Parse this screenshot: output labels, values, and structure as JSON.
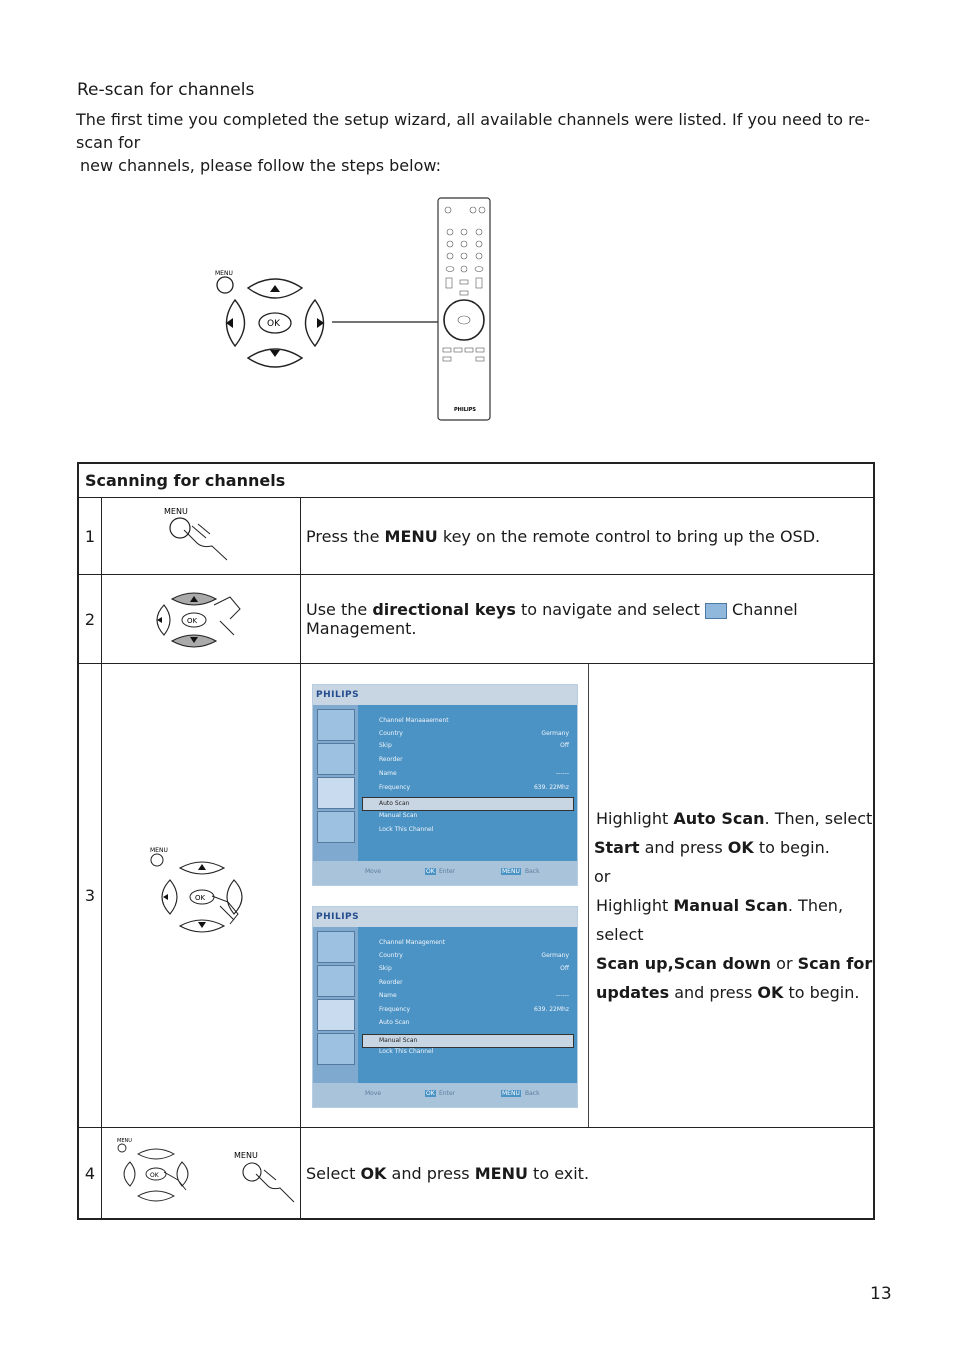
{
  "heading": "Re-scan for channels",
  "intro": {
    "line1": "The first time you completed the setup wizard, all available channels were listed. If you need to re-scan for",
    "line2": "new channels, please follow the steps below:"
  },
  "remote": {
    "menu_label": "MENU",
    "ok_label": "OK",
    "brand": "PHILIPS"
  },
  "table": {
    "title": "Scanning for channels",
    "steps": [
      {
        "num": "1",
        "icon_label": "MENU",
        "pre": "Press the ",
        "bold": "MENU",
        "post": " key on the remote control to bring up the OSD."
      },
      {
        "num": "2",
        "icon_label": "OK",
        "pre": "Use the ",
        "bold": "directional keys",
        "post": " to navigate and select ",
        "post2": " Channel Management."
      },
      {
        "num": "3",
        "icon_menu": "MENU",
        "icon_ok": "OK"
      },
      {
        "num": "4",
        "icon_menu_small": "MENU",
        "icon_ok": "OK",
        "icon_menu": "MENU",
        "pre": "Select ",
        "bold": "OK",
        "mid": " and press ",
        "bold2": "MENU",
        "post": " to exit."
      }
    ]
  },
  "osd": {
    "brand": "PHILIPS",
    "screen1_title": "Channel Manaaaement",
    "screen2_title": "Channel Management",
    "rows": {
      "country": "Country",
      "country_val": "Germany",
      "skip": "Skip",
      "skip_val": "Off",
      "reorder": "Reorder",
      "name": "Name",
      "name_val": "------",
      "frequency": "Frequency",
      "frequency_val": "639. 22Mhz",
      "auto_scan": "Auto Scan",
      "manual_scan": "Manual Scan",
      "lock": "Lock This Channel"
    },
    "footer": {
      "move": "Move",
      "ok": "OK",
      "enter": "Enter",
      "menu": "MENU",
      "back": "Back"
    }
  },
  "step3_text": {
    "a1": "Highlight ",
    "a2": "Auto Scan",
    "a3": ". Then, select",
    "b1": "Start",
    "b2": " and press ",
    "b3": "OK",
    "b4": " to begin.",
    "or": "or",
    "c1": "Highlight ",
    "c2": "Manual Scan",
    "c3": ". Then, select",
    "d1": "Scan up,Scan down",
    "d2": " or ",
    "d3": "Scan for",
    "e1": "updates",
    "e2": " and press ",
    "e3": "OK",
    "e4": " to begin."
  },
  "page_number": "13"
}
